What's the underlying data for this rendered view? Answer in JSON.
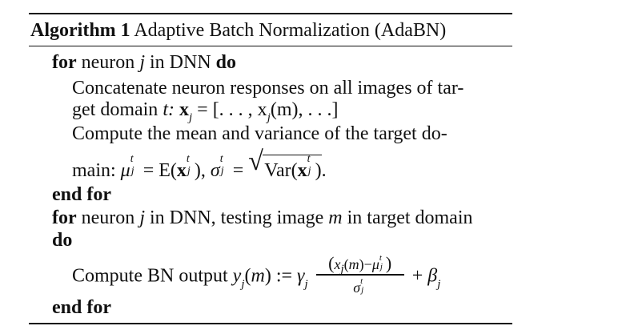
{
  "algorithm": {
    "label": "Algorithm 1",
    "title": "Adaptive Batch Normalization (AdaBN)",
    "lines": {
      "for1_kw_for": "for",
      "for1_text": "neuron",
      "for1_var": "j",
      "for1_in": "in DNN",
      "for1_kw_do": "do",
      "step1_line1": "Concatenate neuron responses on all images of tar-",
      "step1_line2_prefix": "get domain",
      "step1_line2_t": "t:",
      "step1_line2_eq": "= [. . . , x",
      "step1_line2_tail": "(m), . . .]",
      "step2_line1": "Compute the mean and variance of the target do-",
      "step2_line2_prefix": "main:",
      "step2_expectation": "= E(",
      "step2_sqrt_content": "Var(",
      "end1": "end for",
      "for2_kw_for": "for",
      "for2_text": "neuron",
      "for2_var": "j",
      "for2_mid": "in DNN, testing image",
      "for2_m": "m",
      "for2_tail": "in target domain",
      "for2_kw_do": "do",
      "step3_prefix": "Compute BN output",
      "step3_assign": ":=",
      "end2": "end for"
    }
  }
}
